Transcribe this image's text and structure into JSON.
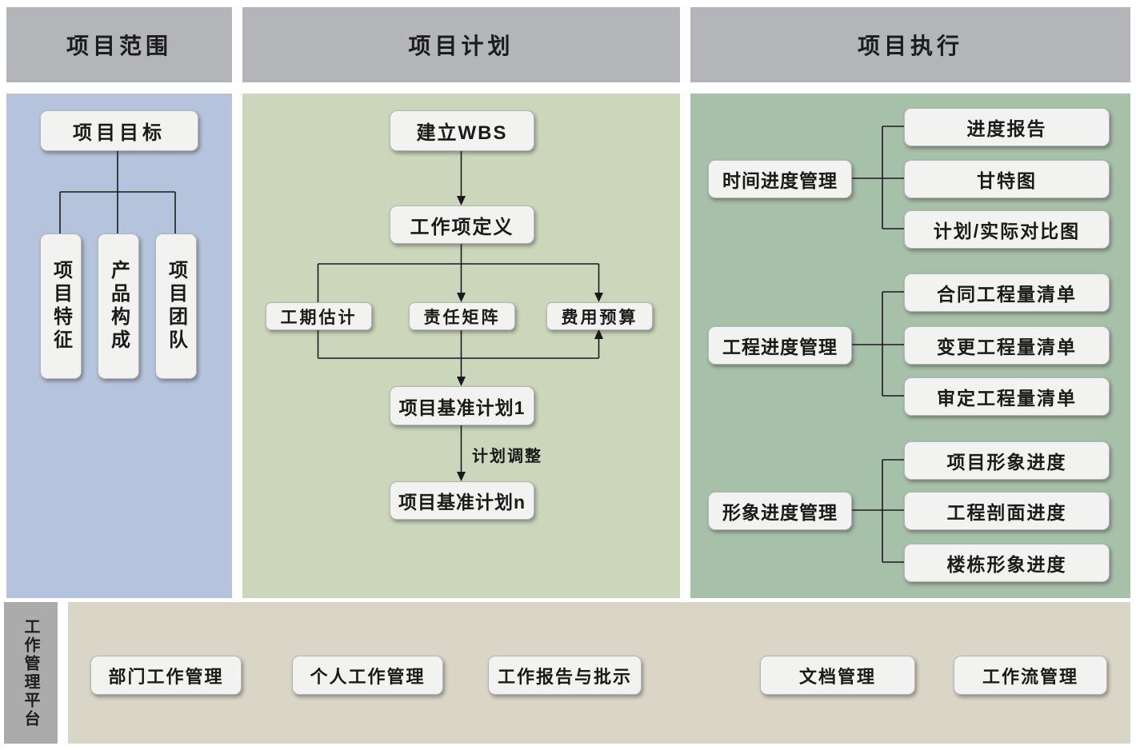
{
  "headers": [
    "项目范围",
    "项目计划",
    "项目执行"
  ],
  "scope": {
    "goal": "项目目标",
    "children": [
      "项目特征",
      "产品构成",
      "项目团队"
    ]
  },
  "plan": {
    "build_wbs": "建立WBS",
    "work_item_def": "工作项定义",
    "duration": "工期估计",
    "resp_matrix": "责任矩阵",
    "budget": "费用预算",
    "baseline1": "项目基准计划1",
    "adjust": "计划调整",
    "baseline_n": "项目基准计划n"
  },
  "execution": {
    "groups": [
      {
        "parent": "时间进度管理",
        "children": [
          "进度报告",
          "甘特图",
          "计划/实际对比图"
        ]
      },
      {
        "parent": "工程进度管理",
        "children": [
          "合同工程量清单",
          "变更工程量清单",
          "审定工程量清单"
        ]
      },
      {
        "parent": "形象进度管理",
        "children": [
          "项目形象进度",
          "工程剖面进度",
          "楼栋形象进度"
        ]
      }
    ]
  },
  "platform": {
    "label": "工作管理平台",
    "items": [
      "部门工作管理",
      "个人工作管理",
      "工作报告与批示",
      "文档管理",
      "工作流管理"
    ]
  },
  "colors": {
    "header_bg": "#b4b5b8",
    "scope_bg": "#b5c3dc",
    "plan_bg": "#ccd6ba",
    "execution_bg": "#a6c0aa",
    "platform_bg": "#d9d6c7",
    "platform_label_bg": "#ababab",
    "box_bg": "#f2f2f1",
    "line": "#1a1a1a"
  }
}
